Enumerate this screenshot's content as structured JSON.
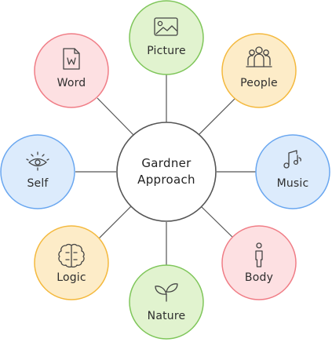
{
  "center": {
    "lines": [
      "Gardner",
      "Approach"
    ]
  },
  "nodes": [
    {
      "id": "picture",
      "label": "Picture",
      "icon": "picture-icon",
      "fill": "#e1f3cf",
      "stroke": "#7fc65a"
    },
    {
      "id": "people",
      "label": "People",
      "icon": "people-icon",
      "fill": "#fdecc8",
      "stroke": "#f4b93e"
    },
    {
      "id": "music",
      "label": "Music",
      "icon": "music-icon",
      "fill": "#dcebfc",
      "stroke": "#6aa7f0"
    },
    {
      "id": "body",
      "label": "Body",
      "icon": "body-icon",
      "fill": "#fde0e2",
      "stroke": "#f07d86"
    },
    {
      "id": "nature",
      "label": "Nature",
      "icon": "leaf-icon",
      "fill": "#e1f3cf",
      "stroke": "#7fc65a"
    },
    {
      "id": "logic",
      "label": "Logic",
      "icon": "brain-icon",
      "fill": "#fdecc8",
      "stroke": "#f4b93e"
    },
    {
      "id": "self",
      "label": "Self",
      "icon": "eye-icon",
      "fill": "#dcebfc",
      "stroke": "#6aa7f0"
    },
    {
      "id": "word",
      "label": "Word",
      "icon": "word-document-icon",
      "fill": "#fde0e2",
      "stroke": "#f07d86"
    }
  ]
}
